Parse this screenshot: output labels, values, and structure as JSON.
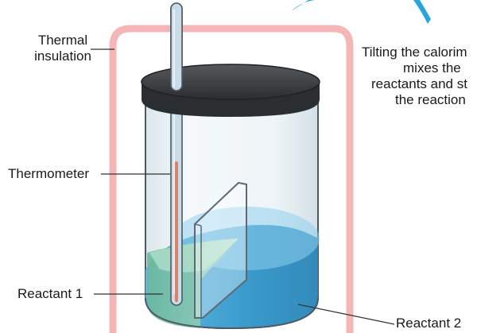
{
  "labels": {
    "thermal_insulation": [
      "Thermal",
      "insulation"
    ],
    "tilting_note": [
      "Tilting the calorim",
      "mixes the",
      "reactants and st",
      "the reaction"
    ],
    "thermometer": "Thermometer",
    "reactant_1": "Reactant 1",
    "reactant_2": "Reactant 2"
  },
  "colors": {
    "insulation": "#f4b6b6",
    "lid": "#3d4042",
    "lid_rim": "#2a2c2e",
    "jar_glass": "#e7eef2",
    "jar_outline": "#4d5a63",
    "reactant_1": "#7fc3a8",
    "reactant_2": "#3e9fcf",
    "arrow": "#2aa4dd",
    "thermometer_glass": "#c9dce8",
    "mercury": "#d9846a",
    "leader_line": "#333333"
  }
}
